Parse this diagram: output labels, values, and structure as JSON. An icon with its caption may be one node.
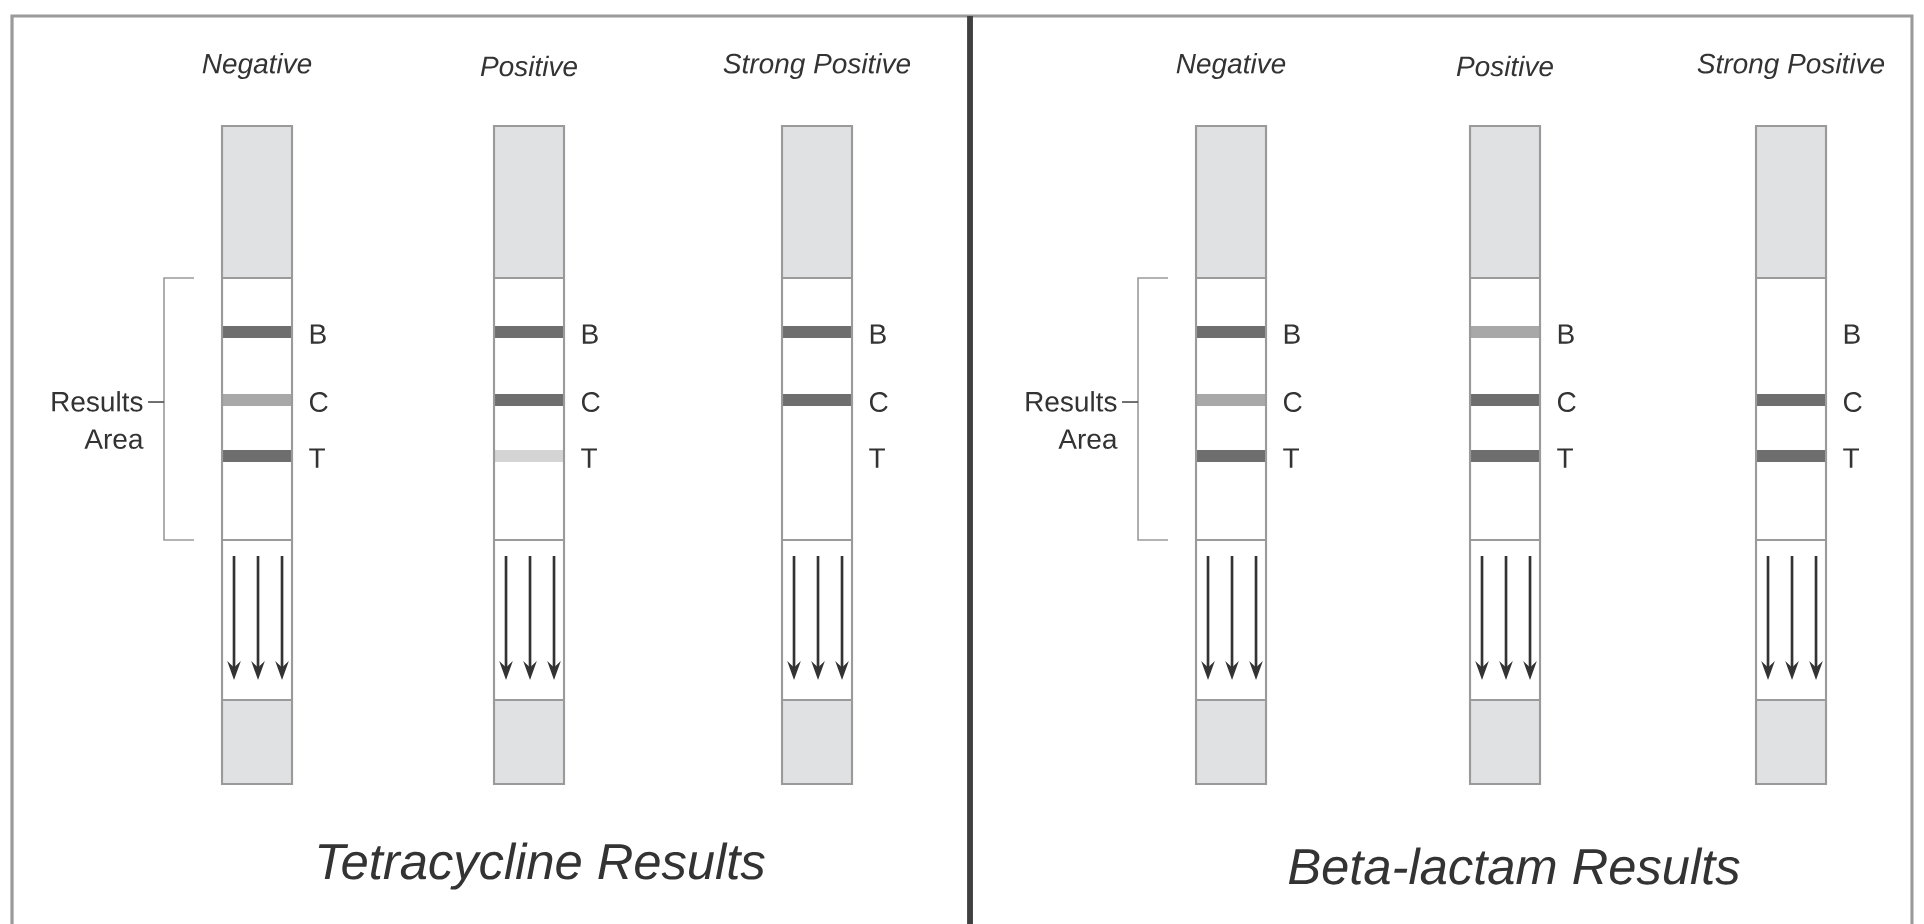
{
  "diagram": {
    "labels": [
      "Negative",
      "Positive",
      "Strong Positive",
      "Negative",
      "Positive",
      "Strong Positive",
      "Results Area",
      "B",
      "C",
      "T",
      "B",
      "C",
      "T",
      "B",
      "C",
      "T",
      "Results Area",
      "B",
      "C",
      "T",
      "B",
      "C",
      "T",
      "B",
      "C",
      "T",
      "Tetracycline Results",
      "Beta-lactam Results"
    ]
  }
}
